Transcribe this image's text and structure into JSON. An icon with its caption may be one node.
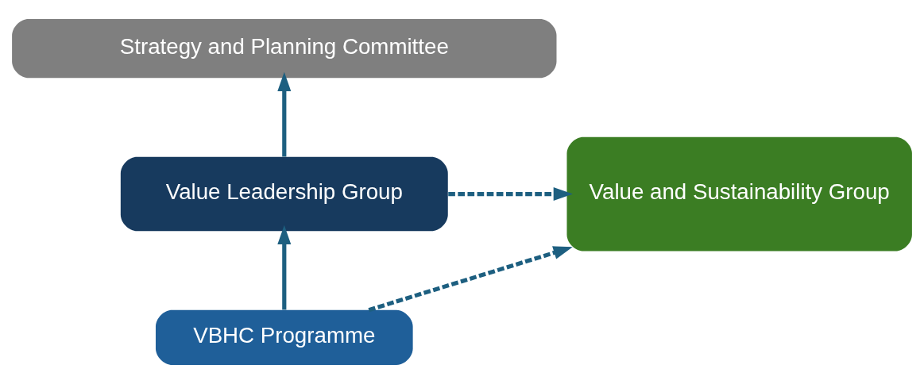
{
  "diagram": {
    "nodes": [
      {
        "text": [
          "Strategy and Planning Committee"
        ]
      },
      {
        "text": [
          "Value Leadership Group"
        ]
      },
      {
        "text": [
          "VBHC Programme"
        ]
      },
      {
        "text": [
          "Value and Sustainability Group"
        ]
      }
    ],
    "edges": [
      {
        "from": 1,
        "to": 0,
        "arrow": "to"
      },
      {
        "from": 2,
        "to": 1,
        "arrow": "to"
      },
      {
        "from": 1,
        "to": 3,
        "arrow": "to",
        "style": "dashed"
      },
      {
        "from": 2,
        "to": 3,
        "arrow": "to",
        "style": "dashed"
      }
    ]
  }
}
